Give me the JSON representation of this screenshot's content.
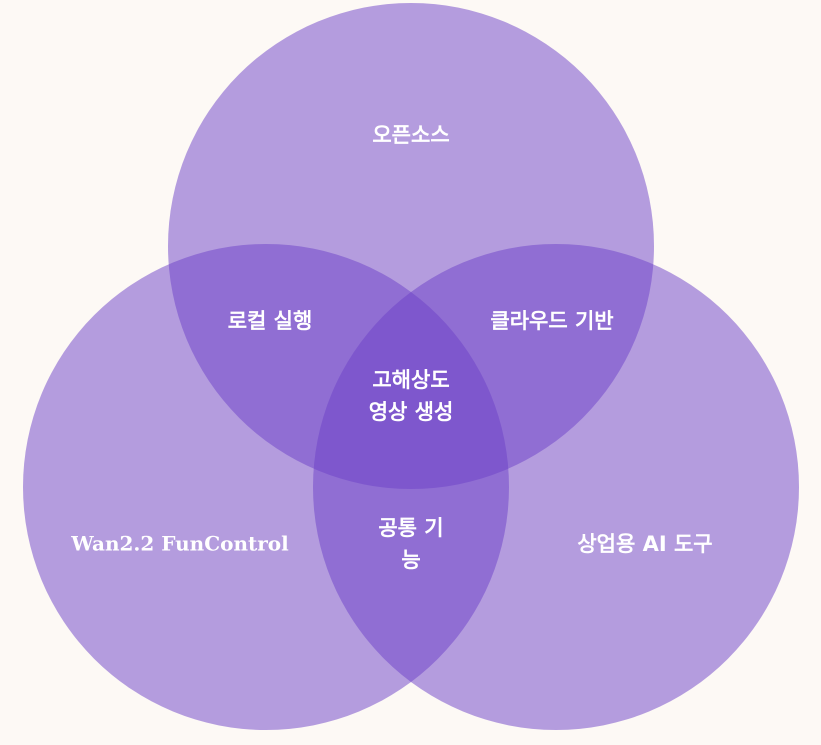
{
  "background": "#fdf9f5",
  "circle_color": "#6b3fc7",
  "label_color": "#ffffff",
  "sets": {
    "top": "오픈소스",
    "left": "Wan2.2 FunControl",
    "right": "상업용 AI 도구"
  },
  "overlaps": {
    "top_left": "로컬 실행",
    "top_right": "클라우드 기반",
    "left_right": [
      "공통 기",
      "능"
    ],
    "center": [
      "고해상도",
      "영상 생성"
    ]
  }
}
